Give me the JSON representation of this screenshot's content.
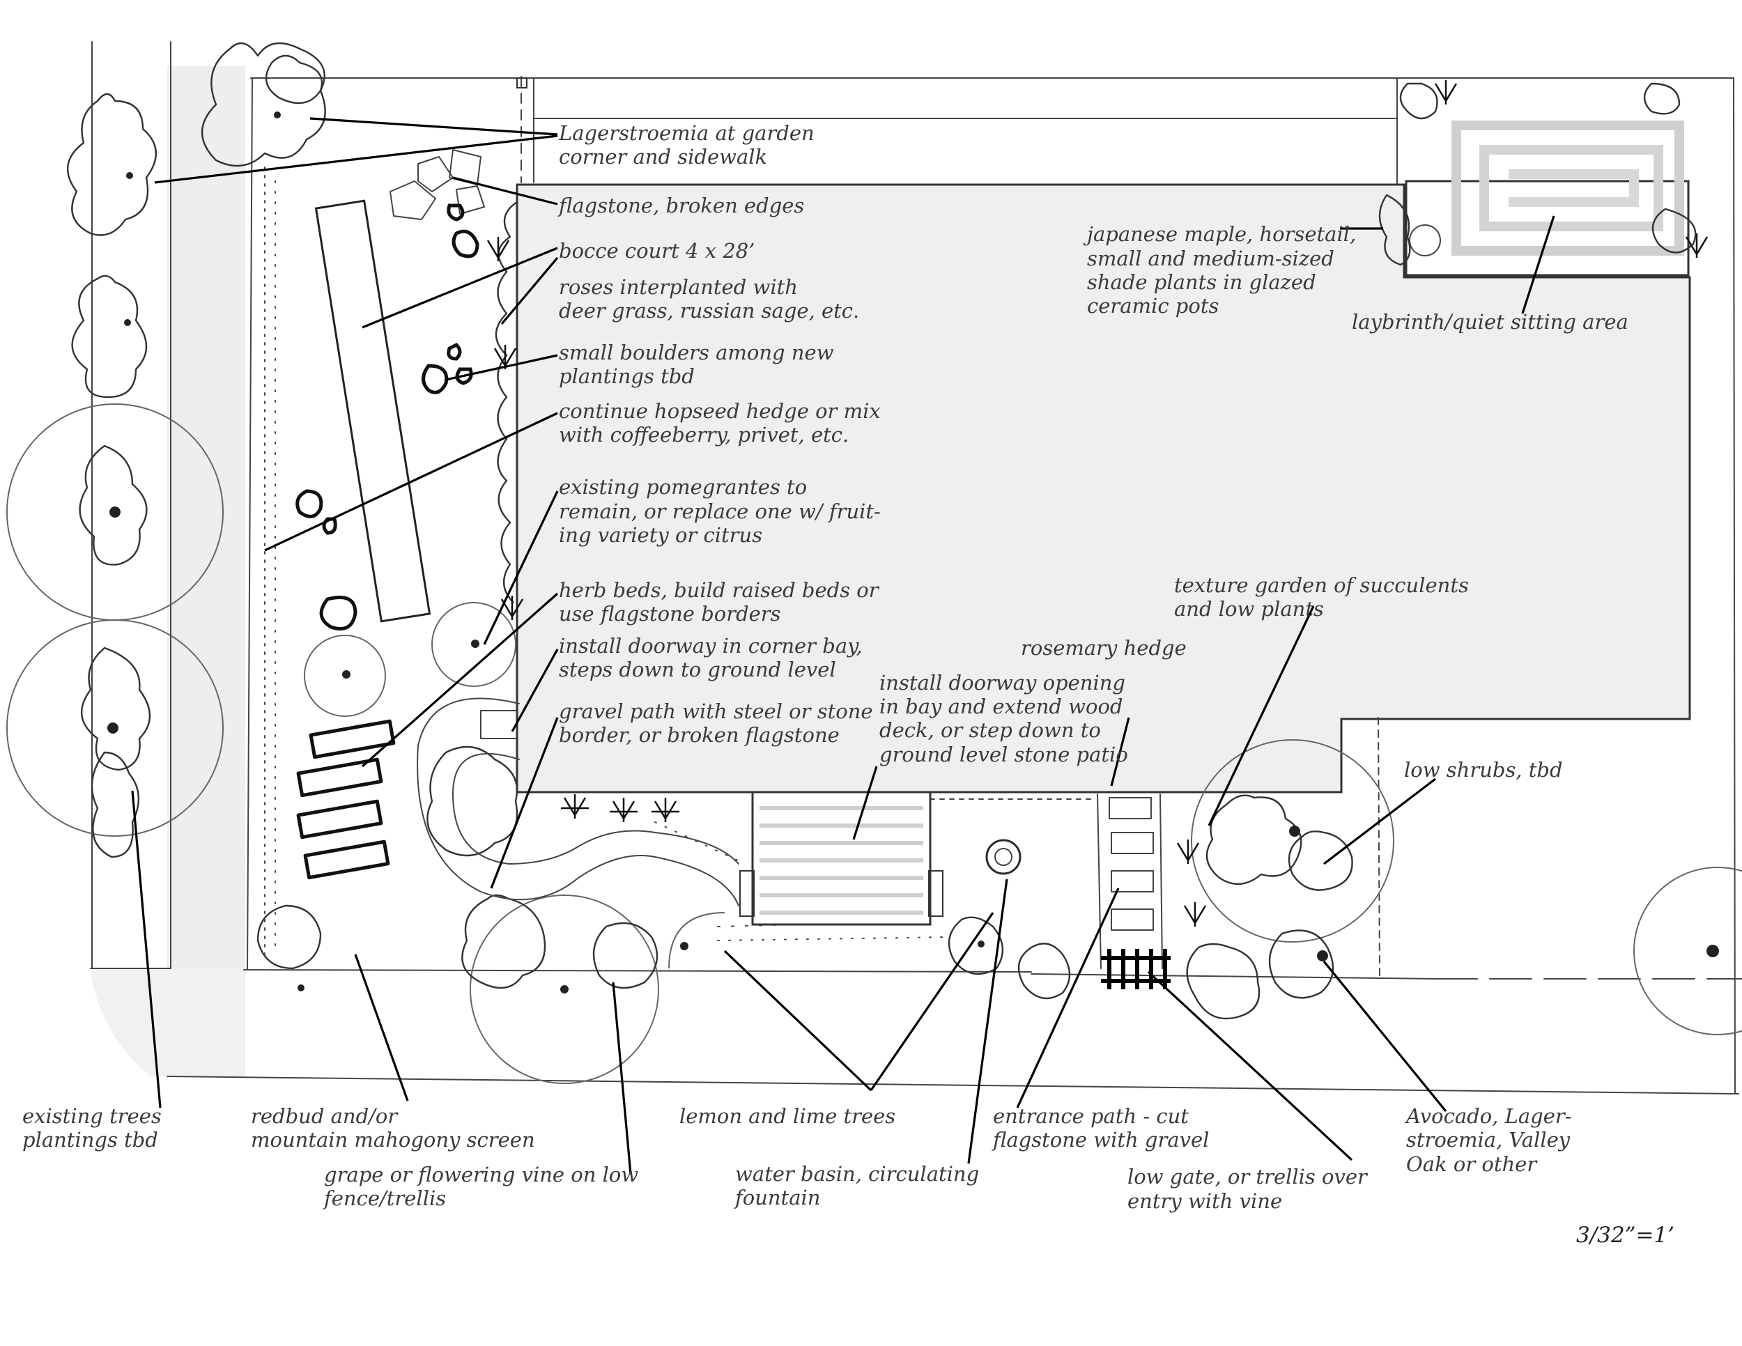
{
  "labels": {
    "lagerstroemia": [
      "Lagerstroemia at garden",
      "corner and sidewalk"
    ],
    "flagstone": [
      "flagstone, broken edges"
    ],
    "bocce": [
      "bocce court  4 x 28’"
    ],
    "roses": [
      "roses interplanted with",
      "deer grass, russian sage, etc."
    ],
    "boulders": [
      "small boulders among new",
      "plantings tbd"
    ],
    "hedge": [
      "continue hopseed hedge or mix",
      "with coffeeberry, privet, etc."
    ],
    "pomegranates": [
      "existing pomegrantes to",
      "remain, or replace one w/ fruit-",
      "ing variety or citrus"
    ],
    "herb_beds": [
      "herb beds, build raised beds or",
      "use flagstone borders"
    ],
    "doorway_corner": [
      "install doorway in corner bay,",
      "steps down to ground level"
    ],
    "gravel_path": [
      "gravel path with steel or stone",
      "border, or broken flagstone"
    ],
    "doorway_bay": [
      "install doorway opening",
      "in bay and extend wood",
      "deck, or step down to",
      "ground level stone patio"
    ],
    "rosemary": [
      "rosemary hedge"
    ],
    "texture_garden": [
      "texture garden of succulents",
      "and low plants"
    ],
    "japanese_maple": [
      "japanese maple, horsetail,",
      "small and medium-sized",
      "shade plants in glazed",
      "ceramic pots"
    ],
    "labyrinth": [
      "laybrinth/quiet sitting area"
    ],
    "low_shrubs": [
      "low shrubs, tbd"
    ],
    "existing_trees": [
      "existing trees",
      "plantings tbd"
    ],
    "redbud": [
      "redbud and/or",
      "mountain mahogony screen"
    ],
    "grape": [
      "grape or flowering vine on low",
      "fence/trellis"
    ],
    "lemon_lime": [
      "lemon and lime trees"
    ],
    "water_basin": [
      "water basin, circulating",
      "fountain"
    ],
    "entrance_path": [
      "entrance path - cut",
      "flagstone with gravel"
    ],
    "low_gate": [
      "low gate, or trellis over",
      "entry with vine"
    ],
    "avocado": [
      "Avocado, Lager-",
      "stroemia, Valley",
      "Oak or other"
    ]
  },
  "scale": "3/32”=1’"
}
